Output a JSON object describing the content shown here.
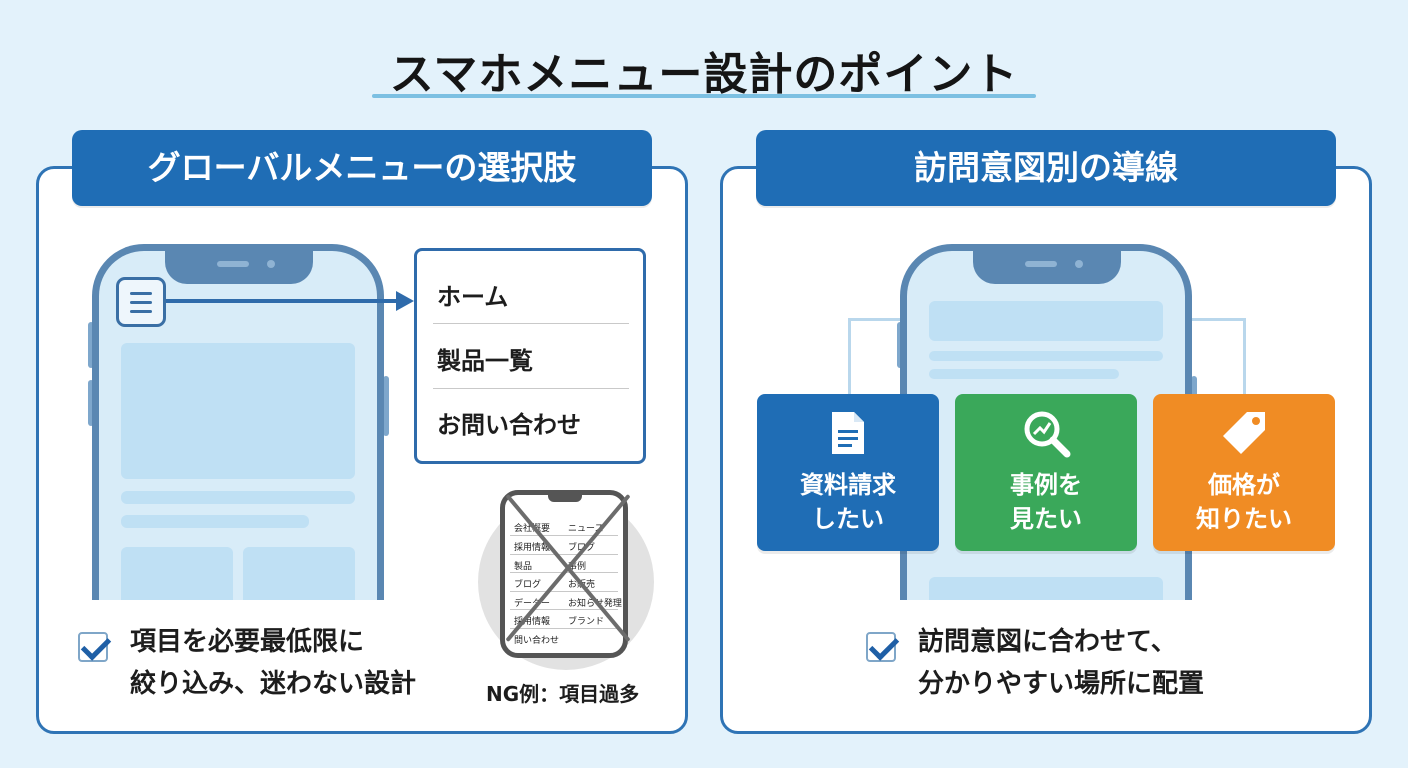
{
  "title": "スマホメニュー設計のポイント",
  "left_panel": {
    "header": "グローバルメニューの選択肢",
    "menu_items": [
      "ホーム",
      "製品一覧",
      "お問い合わせ"
    ],
    "ng_items": {
      "col1": [
        "会社概要",
        "採用情報",
        "製品",
        "ブログ",
        "データー",
        "採用情報",
        "問い合わせ"
      ],
      "col2": [
        "ニュース",
        "ブログ",
        "事例",
        "お販売",
        "お知らせ発理",
        "ブランド"
      ]
    },
    "ng_label": "NG例：項目過多",
    "note_line1": "項目を必要最低限に",
    "note_line2": "絞り込み、迷わない設計"
  },
  "right_panel": {
    "header": "訪問意図別の導線",
    "intents": [
      {
        "line1": "資料請求",
        "line2": "したい",
        "icon": "document-icon",
        "color": "#1f6db5"
      },
      {
        "line1": "事例を",
        "line2": "見たい",
        "icon": "magnifier-chart-icon",
        "color": "#3aa85a"
      },
      {
        "line1": "価格が",
        "line2": "知りたい",
        "icon": "price-tag-icon",
        "color": "#f08c24"
      }
    ],
    "note_line1": "訪問意図に合わせて、",
    "note_line2": "分かりやすい場所に配置"
  }
}
